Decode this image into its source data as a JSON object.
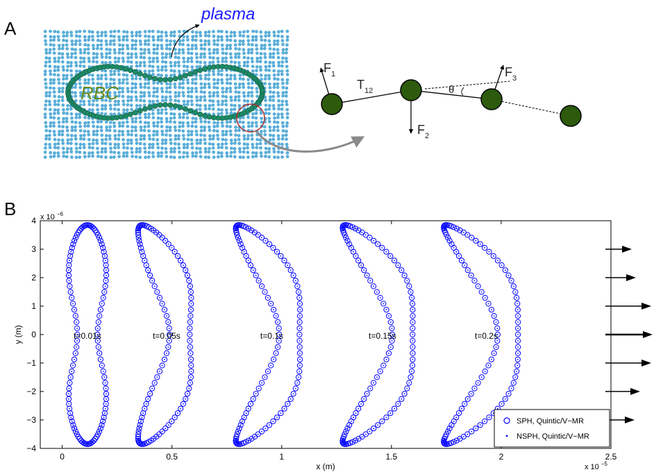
{
  "panel_a": {
    "label": "A",
    "plasma_label": "plasma",
    "rbc_label": "RBC",
    "force_labels": {
      "f1": {
        "main": "F",
        "sub": "1"
      },
      "t12": {
        "main": "T",
        "sub": "12"
      },
      "f2": {
        "main": "F",
        "sub": "2"
      },
      "f3": {
        "main": "F",
        "sub": "3"
      },
      "theta": "θ"
    },
    "colors": {
      "plasma_particles": "#5aaed8",
      "rbc_particles": "#1e8a66",
      "rbc_text": "#6b8a1a",
      "plasma_text": "#1a1aff",
      "node_fill": "#2d5a0c"
    }
  },
  "panel_b": {
    "label": "B",
    "chart_data": {
      "type": "scatter",
      "xlabel": "x (m)",
      "ylabel": "y (m)",
      "x_scale_label": "x 10",
      "x_scale_exp": "−5",
      "y_scale_label": "x 10",
      "y_scale_exp": "−6",
      "xlim": [
        -0.1,
        2.5
      ],
      "ylim": [
        -4,
        4
      ],
      "x_ticks": [
        "0",
        "0.5",
        "1",
        "1.5",
        "2",
        "2.5"
      ],
      "y_ticks": [
        "4",
        "3",
        "2",
        "1",
        "0",
        "−1",
        "−2",
        "−3",
        "−4"
      ],
      "time_labels": [
        "t=0.01s",
        "t=0.05s",
        "t=0.1s",
        "t=0.15s",
        "t=0.2s"
      ],
      "legend": [
        {
          "name": "SPH, Quintic/V−MR",
          "marker": "circle"
        },
        {
          "name": "NSPH, Quintic/V−MR",
          "marker": "dot"
        }
      ],
      "legend_position": "bottom-right",
      "marker_color": "#0000ff",
      "inflow_arrows_y": [
        3,
        2,
        1,
        0,
        -1,
        -2,
        -3
      ]
    }
  }
}
